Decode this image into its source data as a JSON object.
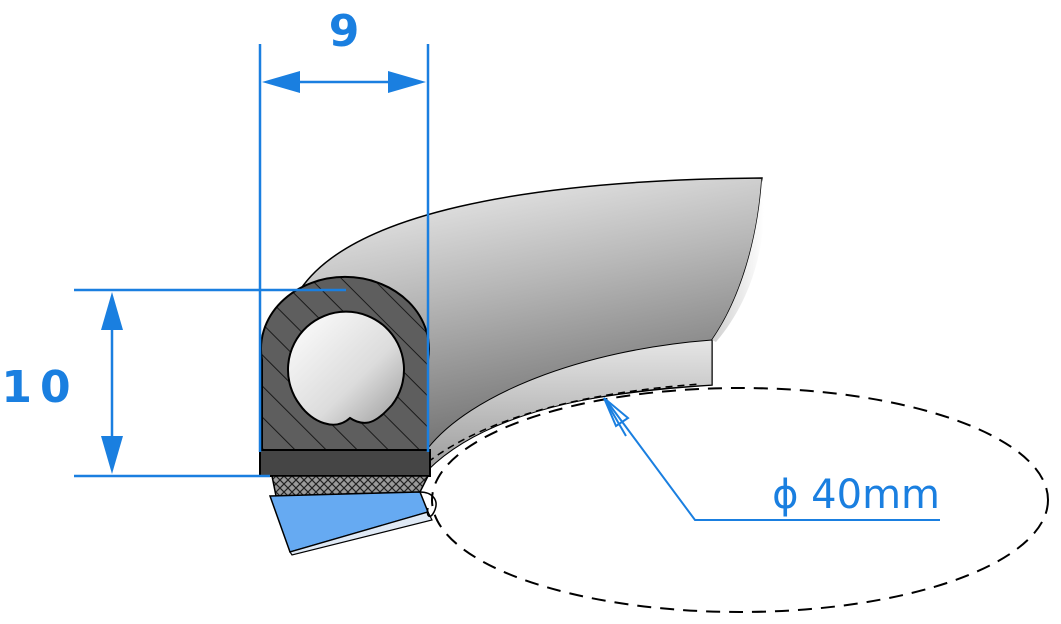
{
  "dimensions": {
    "width_label": "9",
    "height_label": "10",
    "diameter_label": "ϕ 40mm"
  },
  "colors": {
    "dimension": "#1a7fe0",
    "profile_hatch": "#5a5a5a",
    "base_strip": "#444444",
    "tape_blue": "#66aaf2",
    "outline": "#000000"
  },
  "icons": {
    "diameter_symbol": "ϕ"
  }
}
